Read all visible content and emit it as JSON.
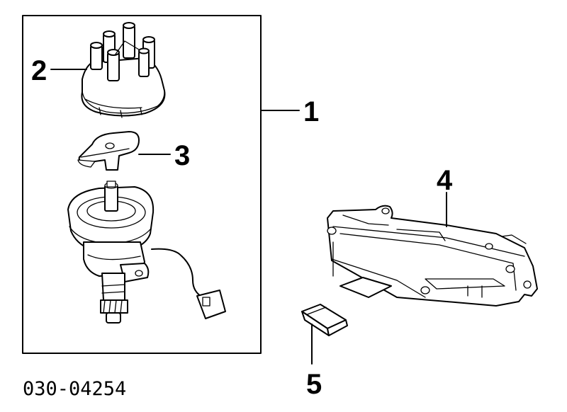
{
  "diagram": {
    "part_number": "030-04254",
    "callouts": [
      {
        "id": "1",
        "label": "1"
      },
      {
        "id": "2",
        "label": "2"
      },
      {
        "id": "3",
        "label": "3"
      },
      {
        "id": "4",
        "label": "4"
      },
      {
        "id": "5",
        "label": "5"
      }
    ]
  }
}
